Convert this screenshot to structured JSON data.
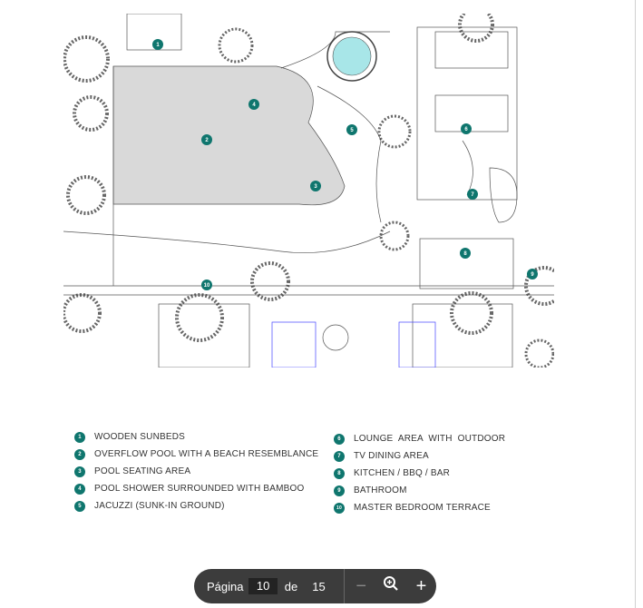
{
  "plan": {
    "markers": [
      "1",
      "2",
      "3",
      "4",
      "5",
      "6",
      "7",
      "8",
      "9",
      "10"
    ]
  },
  "legend": {
    "left": [
      {
        "num": "1",
        "label": "WOODEN SUNBEDS"
      },
      {
        "num": "2",
        "label": "OVERFLOW POOL WITH A BEACH RESEMBLANCE"
      },
      {
        "num": "3",
        "label": "POOL SEATING AREA"
      },
      {
        "num": "4",
        "label": "POOL SHOWER SURROUNDED WITH BAMBOO"
      },
      {
        "num": "5",
        "label": "JACUZZI (SUNK-IN GROUND)"
      }
    ],
    "right": [
      {
        "num": "6",
        "label": "LOUNGE  AREA  WITH  OUTDOOR"
      },
      {
        "num": "7",
        "label": "TV DINING AREA"
      },
      {
        "num": "8",
        "label": "KITCHEN / BBQ / BAR"
      },
      {
        "num": "9",
        "label": "BATHROOM"
      },
      {
        "num": "10",
        "label": "MASTER BEDROOM TERRACE"
      }
    ],
    "color": "#0f766e"
  },
  "toolbar": {
    "page_label": "Página",
    "current_page": "10",
    "of_label": "de",
    "total_pages": "15",
    "zoom_out": "−",
    "zoom_in": "+"
  }
}
